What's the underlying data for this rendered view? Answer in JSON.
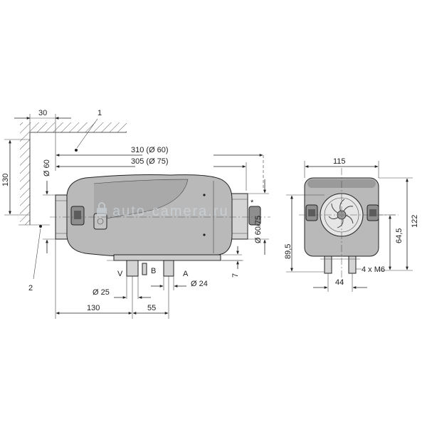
{
  "colors": {
    "line": "#222222",
    "body_fill": "#b9b9b9",
    "body_shade": "#a3a3a3",
    "pipe_fill": "#d4d4d4",
    "watermark": "#cfd6dc"
  },
  "callouts": {
    "wall": "1",
    "floor": "2"
  },
  "side_view": {
    "dim_wall_offset": "30",
    "dim_height_130": "130",
    "dim_pipe_left": "Ø 60",
    "dim_length_310": "310 (Ø 60)",
    "dim_length_305": "305 (Ø 75)",
    "dim_pipe_right": "Ø 60/75",
    "dim_pipe_right_star": "*",
    "port_v": "V",
    "port_b": "B",
    "port_a": "A",
    "dim_port_25": "Ø 25",
    "dim_port_24": "Ø 24",
    "dim_7": "7",
    "dim_130_bottom": "130",
    "dim_55": "55"
  },
  "end_view": {
    "dim_width_115": "115",
    "dim_height_122": "122",
    "dim_64_5": "64,5",
    "dim_89_5": "89,5",
    "dim_44": "44",
    "dim_bolts": "4 x M6"
  },
  "watermark": {
    "text": "auto-camera.ru",
    "icon": "lock-icon"
  }
}
